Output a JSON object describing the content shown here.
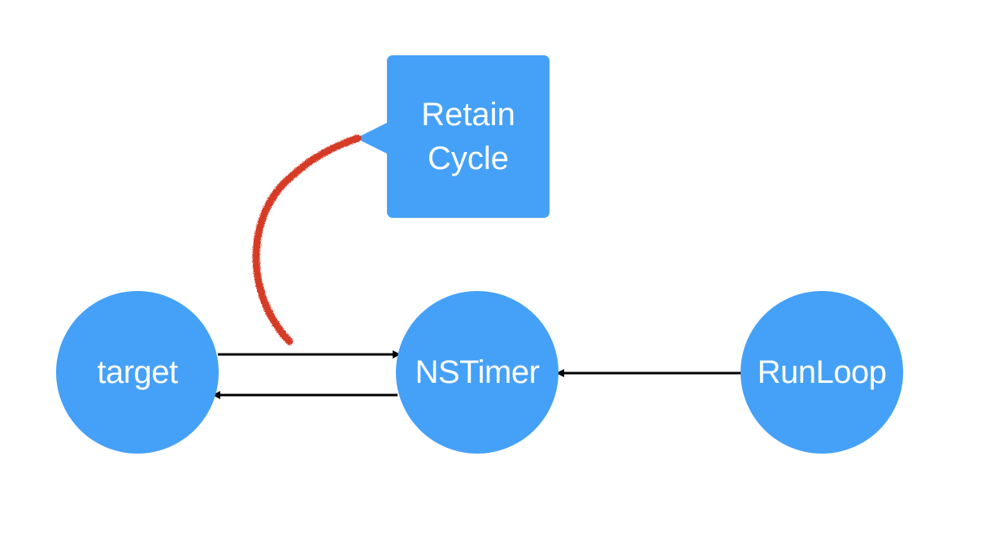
{
  "colors": {
    "node_fill": "#45a1f7",
    "arrow": "#000000",
    "scribble": "#d63a28",
    "background": "#ffffff"
  },
  "nodes": {
    "target": {
      "label": "target"
    },
    "timer": {
      "label": "NSTimer"
    },
    "runloop": {
      "label": "RunLoop"
    }
  },
  "callout": {
    "line1": "Retain",
    "line2": "Cycle"
  },
  "edges": [
    {
      "from": "target",
      "to": "NSTimer"
    },
    {
      "from": "NSTimer",
      "to": "target"
    },
    {
      "from": "RunLoop",
      "to": "NSTimer"
    }
  ]
}
